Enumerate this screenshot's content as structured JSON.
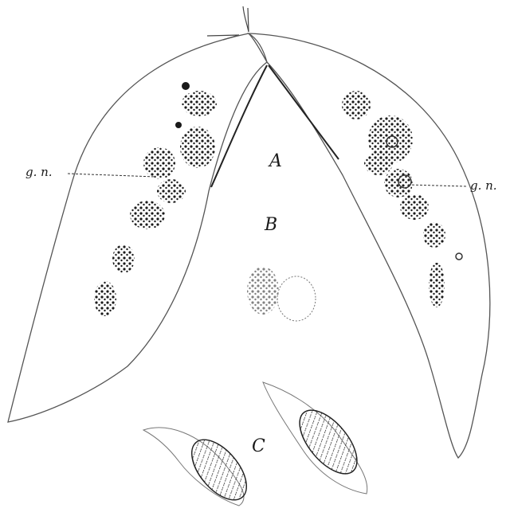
{
  "figure": {
    "labels": {
      "panel_a": "A",
      "panel_b": "B",
      "panel_c": "C",
      "gn_left": "g. n.",
      "gn_right": "g. n."
    },
    "ink_color": "#1a1a1a",
    "outline_color": "#555555",
    "paper_color": "#ffffff"
  }
}
